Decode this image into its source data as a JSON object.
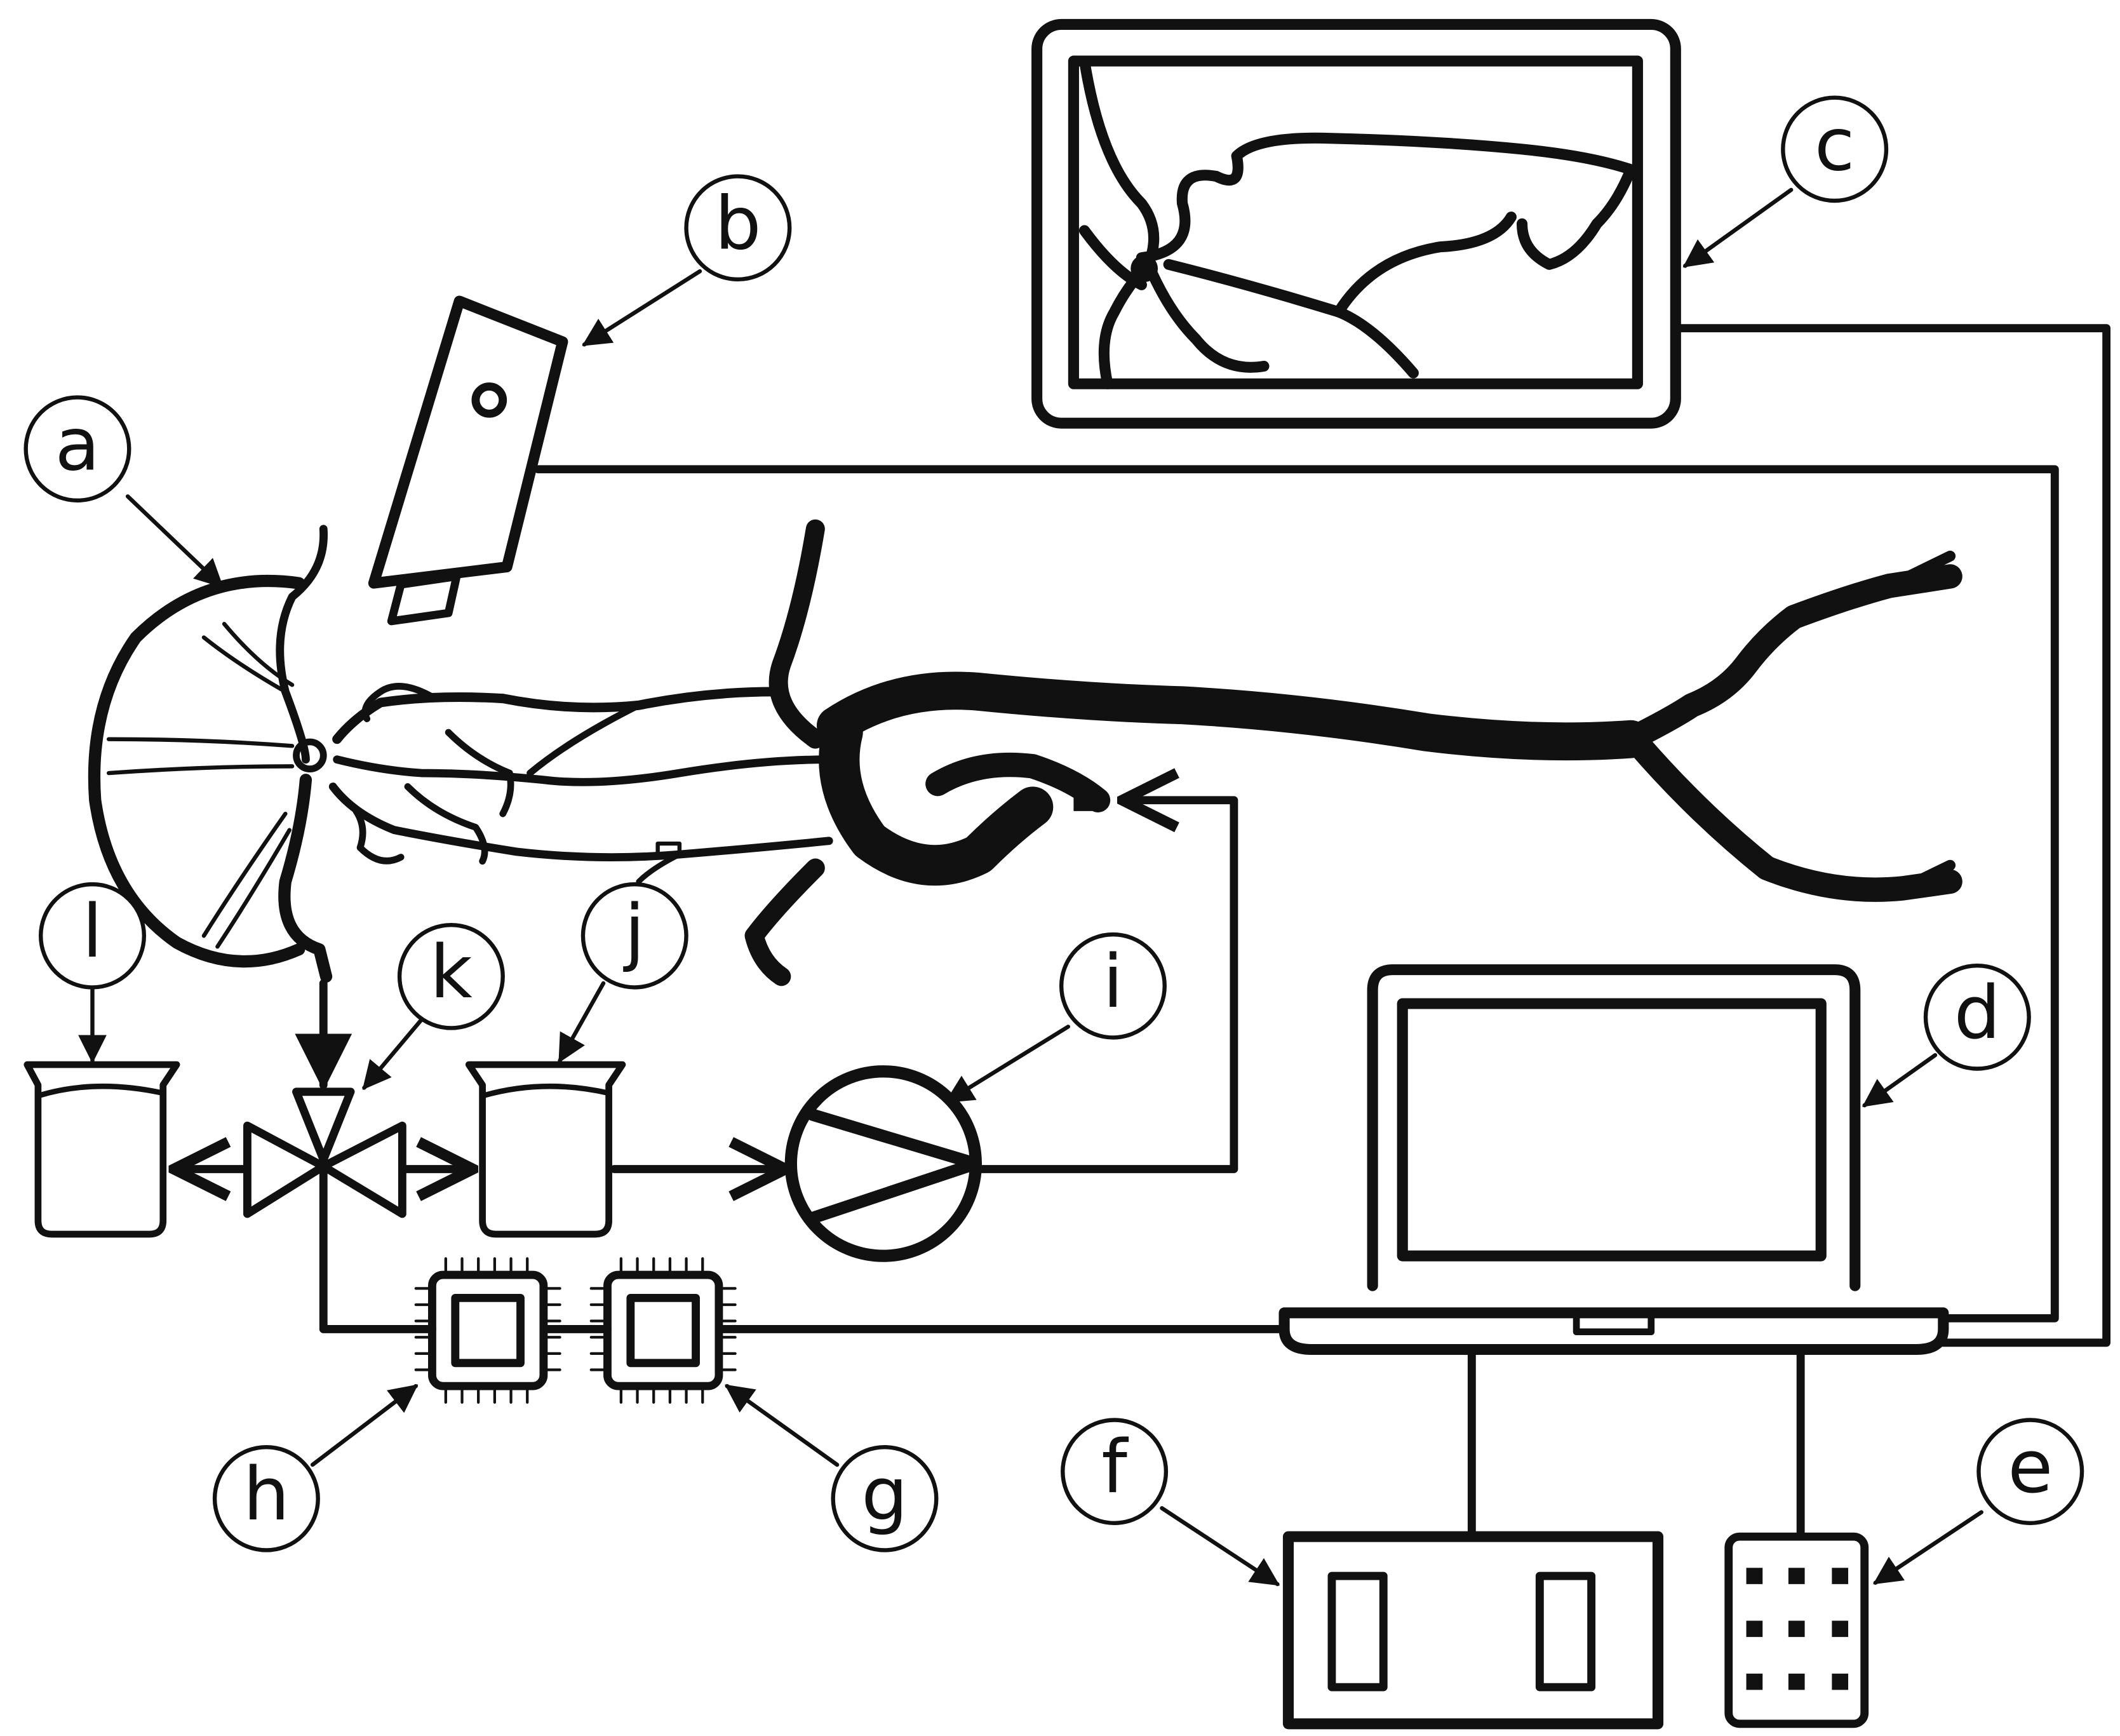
{
  "labels": {
    "a": "a",
    "b": "b",
    "c": "c",
    "d": "d",
    "e": "e",
    "f": "f",
    "g": "g",
    "h": "h",
    "i": "i",
    "j": "j",
    "k": "k",
    "l": "l"
  },
  "colors": {
    "line": "#111111",
    "background": "#ffffff"
  }
}
